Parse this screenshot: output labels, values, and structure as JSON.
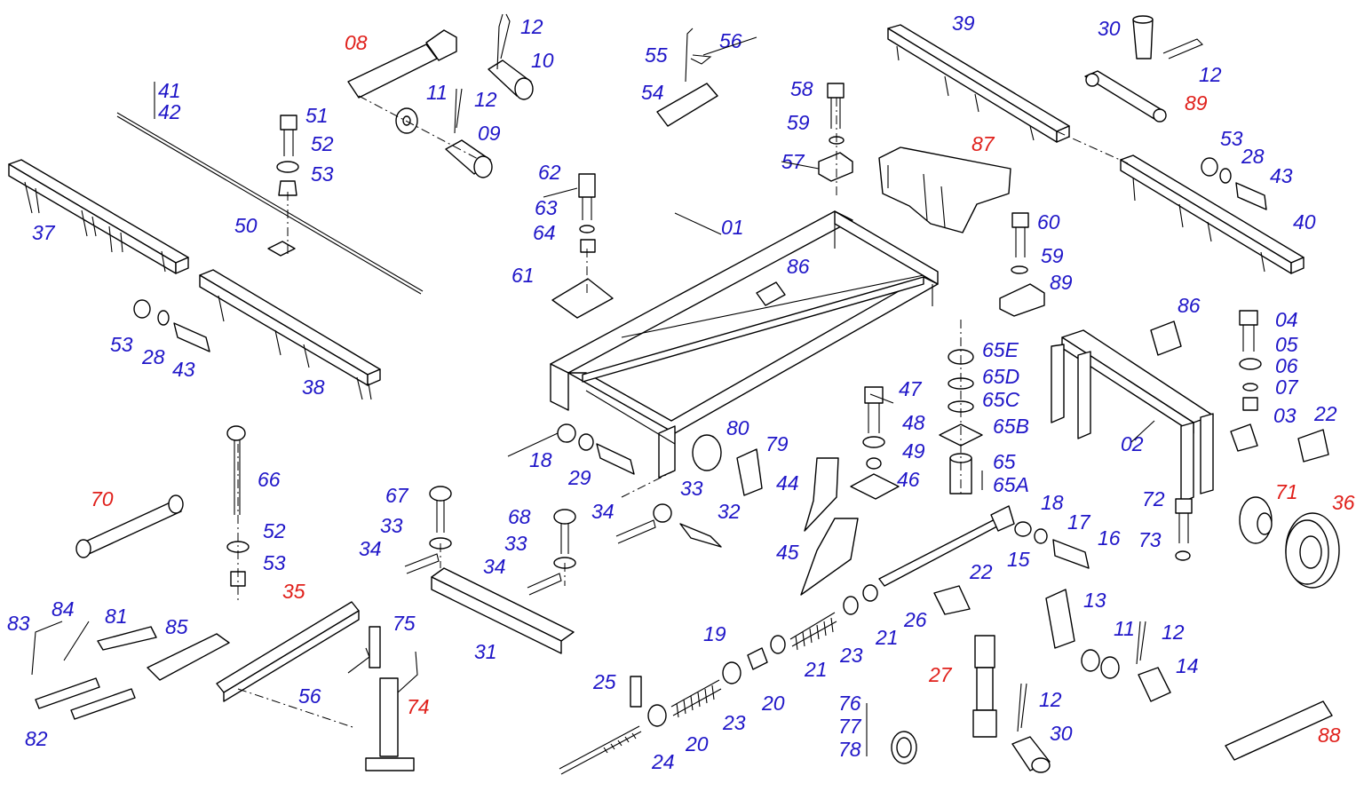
{
  "colors": {
    "standard_label": "#1f16c8",
    "highlight_label": "#e0201b"
  },
  "labels": {
    "p01": "01",
    "p02": "02",
    "p03": "03",
    "p04": "04",
    "p05": "05",
    "p06": "06",
    "p07": "07",
    "p08": "08",
    "p09": "09",
    "p10": "10",
    "p11a": "11",
    "p11b": "11",
    "p12a": "12",
    "p12b": "12",
    "p12c": "12",
    "p12d": "12",
    "p12e": "12",
    "p13": "13",
    "p14": "14",
    "p15": "15",
    "p16": "16",
    "p17": "17",
    "p18a": "18",
    "p18b": "18",
    "p19": "19",
    "p20a": "20",
    "p20b": "20",
    "p21a": "21",
    "p21b": "21",
    "p22a": "22",
    "p22b": "22",
    "p23a": "23",
    "p23b": "23",
    "p24": "24",
    "p25": "25",
    "p26": "26",
    "p27": "27",
    "p28a": "28",
    "p28b": "28",
    "p29": "29",
    "p30a": "30",
    "p30b": "30",
    "p31": "31",
    "p32": "32",
    "p33a": "33",
    "p33b": "33",
    "p33c": "33",
    "p34a": "34",
    "p34b": "34",
    "p34c": "34",
    "p35": "35",
    "p36": "36",
    "p37": "37",
    "p38": "38",
    "p39": "39",
    "p40": "40",
    "p41": "41",
    "p42": "42",
    "p43a": "43",
    "p43b": "43",
    "p44": "44",
    "p45": "45",
    "p46": "46",
    "p47": "47",
    "p48": "48",
    "p49": "49",
    "p50": "50",
    "p51": "51",
    "p52a": "52",
    "p52b": "52",
    "p53a": "53",
    "p53b": "53",
    "p53c": "53",
    "p53d": "53",
    "p54": "54",
    "p55": "55",
    "p56a": "56",
    "p56b": "56",
    "p57": "57",
    "p58": "58",
    "p59a": "59",
    "p59b": "59",
    "p60": "60",
    "p61": "61",
    "p62": "62",
    "p63": "63",
    "p64": "64",
    "p65": "65",
    "p65A": "65A",
    "p65B": "65B",
    "p65C": "65C",
    "p65D": "65D",
    "p65E": "65E",
    "p66": "66",
    "p67": "67",
    "p68": "68",
    "p70": "70",
    "p71": "71",
    "p72": "72",
    "p73": "73",
    "p74": "74",
    "p75": "75",
    "p76": "76",
    "p77": "77",
    "p78": "78",
    "p79": "79",
    "p80": "80",
    "p81": "81",
    "p82": "82",
    "p83": "83",
    "p84": "84",
    "p85": "85",
    "p86a": "86",
    "p86b": "86",
    "p87": "87",
    "p88": "88",
    "p89a": "89",
    "p89b": "89"
  }
}
